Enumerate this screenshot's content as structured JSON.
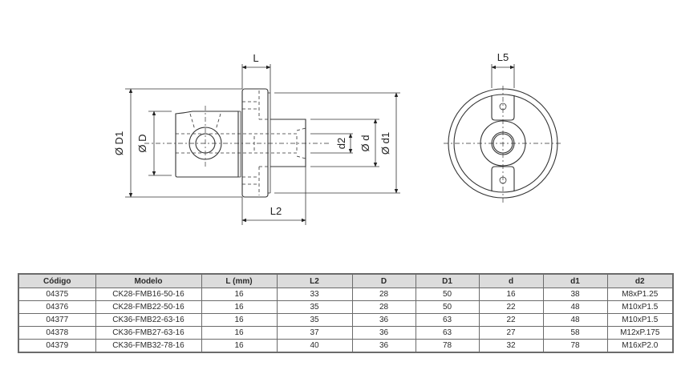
{
  "drawing": {
    "side_view_labels": {
      "L": "L",
      "L2": "L2",
      "D1": "Ø D1",
      "D": "Ø D",
      "d2": "d2",
      "d": "Ø d",
      "d1": "Ø d1"
    },
    "front_view_labels": {
      "L5": "L5"
    }
  },
  "table": {
    "headers": [
      "Código",
      "Modelo",
      "L (mm)",
      "L2",
      "D",
      "D1",
      "d",
      "d1",
      "d2"
    ],
    "rows": [
      [
        "04375",
        "CK28-FMB16-50-16",
        "16",
        "33",
        "28",
        "50",
        "16",
        "38",
        "M8xP1.25"
      ],
      [
        "04376",
        "CK28-FMB22-50-16",
        "16",
        "35",
        "28",
        "50",
        "22",
        "48",
        "M10xP1.5"
      ],
      [
        "04377",
        "CK36-FMB22-63-16",
        "16",
        "35",
        "36",
        "63",
        "22",
        "48",
        "M10xP1.5"
      ],
      [
        "04378",
        "CK36-FMB27-63-16",
        "16",
        "37",
        "36",
        "63",
        "27",
        "58",
        "M12xP.175"
      ],
      [
        "04379",
        "CK36-FMB32-78-16",
        "16",
        "40",
        "36",
        "78",
        "32",
        "78",
        "M16xP2.0"
      ]
    ]
  }
}
